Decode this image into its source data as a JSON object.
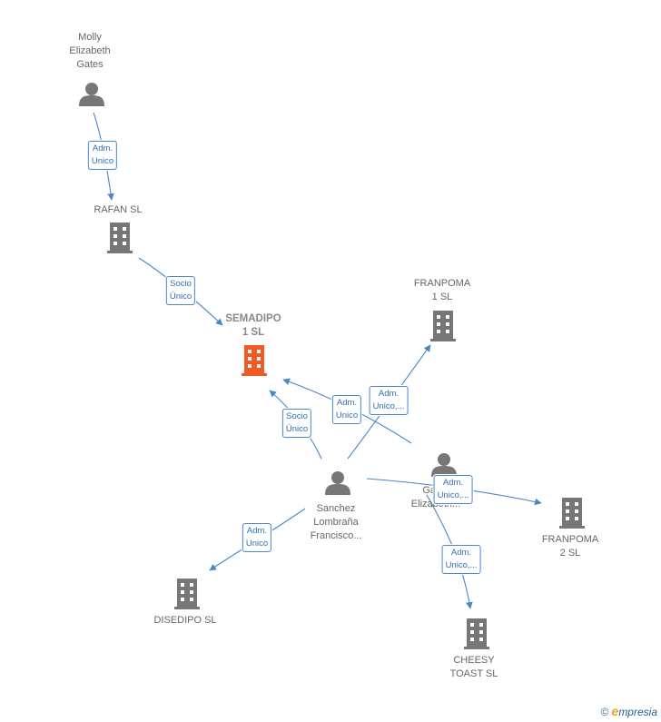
{
  "colors": {
    "accent": "#4a86c8",
    "highlight": "#f15a24",
    "node": "#777777"
  },
  "nodes": {
    "molly": {
      "label": "Molly\nElizabeth\nGates",
      "type": "person"
    },
    "rafan": {
      "label": "RAFAN  SL",
      "type": "company"
    },
    "semadipo": {
      "label": "SEMADIPO\n1  SL",
      "type": "company-main"
    },
    "franpoma1": {
      "label": "FRANPOMA\n1  SL",
      "type": "company"
    },
    "sanchez": {
      "label": "Sanchez\nLombraña\nFrancisco...",
      "type": "person"
    },
    "gates2": {
      "label": "Gates\nElizabeth...",
      "type": "person"
    },
    "franpoma2": {
      "label": "FRANPOMA\n2  SL",
      "type": "company"
    },
    "disedipo": {
      "label": "DISEDIPO  SL",
      "type": "company"
    },
    "cheesy": {
      "label": "CHEESY\nTOAST  SL",
      "type": "company"
    }
  },
  "edges": {
    "e1": {
      "label": "Adm.\nUnico"
    },
    "e2": {
      "label": "Socio\nÚnico"
    },
    "e3": {
      "label": "Socio\nÚnico"
    },
    "e4": {
      "label": "Adm.\nUnico"
    },
    "e5": {
      "label": "Adm.\nUnico,..."
    },
    "e6": {
      "label": "Adm.\nUnico"
    },
    "e7": {
      "label": "Adm.\nUnico,..."
    },
    "e8": {
      "label": "Adm.\nUnico,..."
    }
  },
  "footer": {
    "copyright": "©",
    "brand_initial": "e",
    "brand_rest": "mpresia"
  }
}
